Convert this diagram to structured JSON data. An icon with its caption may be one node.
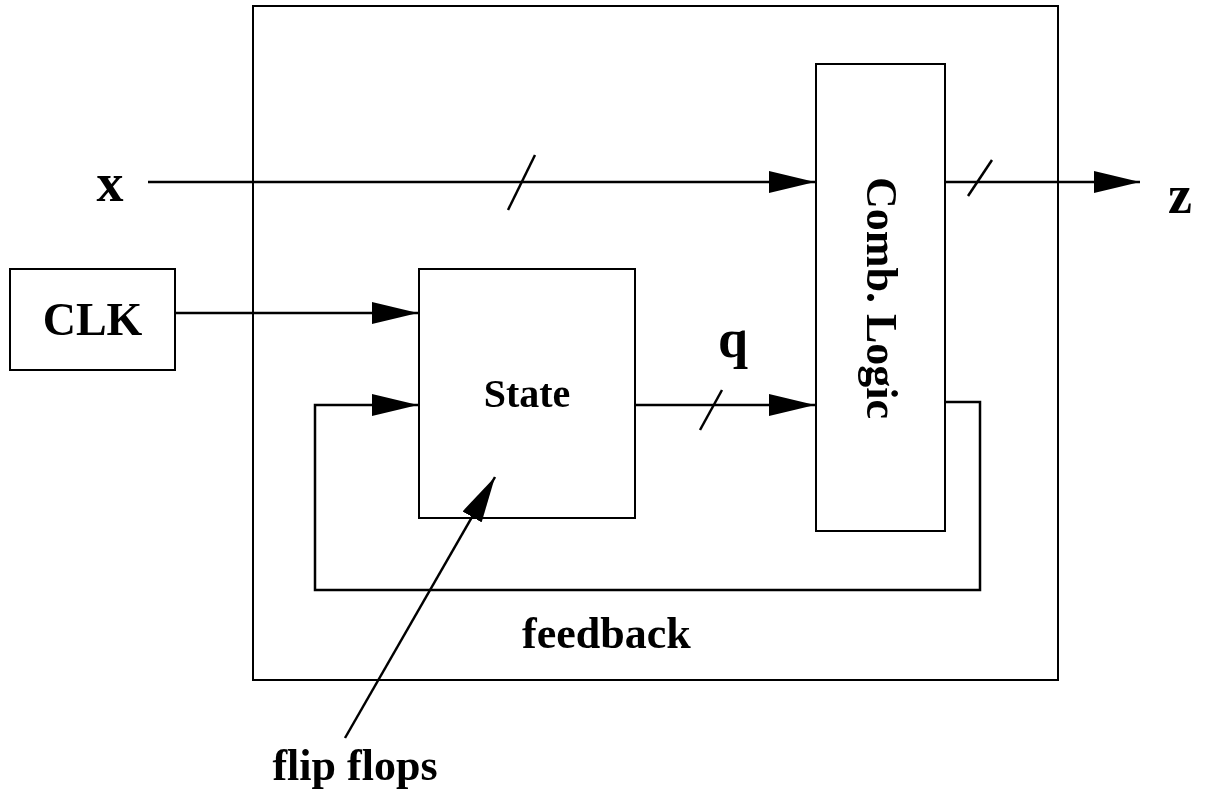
{
  "diagram": {
    "nodes": [
      {
        "text": [],
        "shape": "box"
      },
      {
        "text": [
          "x"
        ]
      },
      {
        "text": [
          "CLK"
        ]
      },
      {
        "text": [
          "State"
        ],
        "in": 0
      },
      {
        "text": [
          "Comb. Logic"
        ],
        "in": 0
      },
      {
        "text": [
          "z"
        ]
      },
      {
        "text": [
          "flip flops"
        ]
      }
    ],
    "edges": [
      {
        "from": 1,
        "to": 4,
        "arrow": "to"
      },
      {
        "from": 4,
        "to": 5,
        "arrow": "to"
      },
      {
        "from": 2,
        "to": 3,
        "arrow": "to"
      },
      {
        "from": 3,
        "to": 4,
        "label": "q",
        "arrow": "to"
      },
      {
        "from": 4,
        "to": 3,
        "label": "feedback",
        "arrow": "to"
      },
      {
        "from": 6,
        "to": 3,
        "arrow": "to"
      }
    ]
  }
}
